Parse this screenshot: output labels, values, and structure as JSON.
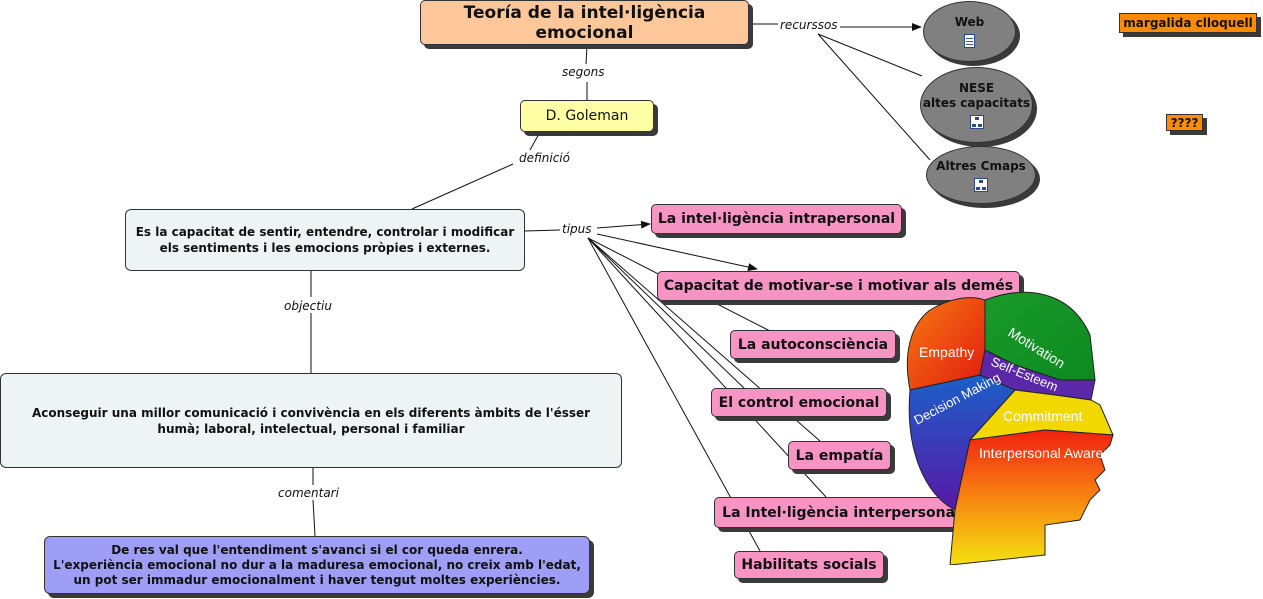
{
  "title": "Teoría de la intel·ligència emocional",
  "author": "D. Goleman",
  "definition": "Es la capacitat de sentir, entendre, controlar i modificar els sentiments i les emocions pròpies i externes.",
  "objective": "Aconseguir una millor comunicació i convivència en els diferents àmbits de l'ésser humà; laboral, intelectual, personal i familiar",
  "comment": {
    "line1": "De res val que l'entendiment s'avanci si el cor queda enrera.",
    "line2": "L'experiència emocional no dur a la maduresa emocional, no creix amb l'edat,",
    "line3": "un pot ser immadur emocionalment i haver tengut moltes experiències."
  },
  "link_labels": {
    "segons": "segons",
    "definicio": "definició",
    "tipus": "tipus",
    "objectiu": "objectiu",
    "comentari": "comentari",
    "recursos": "recurssos"
  },
  "types": [
    "La intel·ligència intrapersonal",
    "Capacitat de motivar-se i motivar als demés",
    "La autoconsciència",
    "El control emocional",
    "La empatía",
    "La Intel·ligència interpersonal",
    "Habilitats socials"
  ],
  "resources": {
    "web": "Web",
    "nese_line1": "NESE",
    "nese_line2": "altes capacitats",
    "altres": "Altres Cmaps"
  },
  "author_tag": "margalida clloquell",
  "unknown_tag": "????",
  "head_image": {
    "segments": [
      "Motivation",
      "Empathy",
      "Self-Esteem",
      "Decision Making",
      "Commitment",
      "Interpersonal Awareness"
    ]
  },
  "colors": {
    "title_bg": "#fdc79a",
    "author_bg": "#ffffa6",
    "type_bg": "#f794c4",
    "comment_bg": "#9e9ef6",
    "resource_bg": "#808080",
    "tag_bg": "#ff8c00"
  },
  "icons": [
    "web-page-icon",
    "concept-map-icon"
  ]
}
